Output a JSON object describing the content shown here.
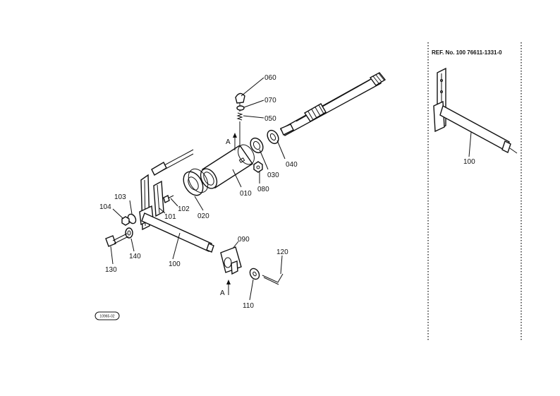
{
  "reference": {
    "text": "REF. No. 100 76611-1331-0"
  },
  "stamp": {
    "text": "10965-02"
  },
  "callouts": [
    {
      "id": "c060",
      "text": "060"
    },
    {
      "id": "c070",
      "text": "070"
    },
    {
      "id": "c050",
      "text": "050"
    },
    {
      "id": "c040",
      "text": "040"
    },
    {
      "id": "c030",
      "text": "030"
    },
    {
      "id": "c080",
      "text": "080"
    },
    {
      "id": "c010",
      "text": "010"
    },
    {
      "id": "c020",
      "text": "020"
    },
    {
      "id": "c102",
      "text": "102"
    },
    {
      "id": "c101",
      "text": "101"
    },
    {
      "id": "c103",
      "text": "103"
    },
    {
      "id": "c104",
      "text": "104"
    },
    {
      "id": "c140",
      "text": "140"
    },
    {
      "id": "c130",
      "text": "130"
    },
    {
      "id": "c100",
      "text": "100"
    },
    {
      "id": "c090",
      "text": "090"
    },
    {
      "id": "c120",
      "text": "120"
    },
    {
      "id": "c110",
      "text": "110"
    },
    {
      "id": "cA1",
      "text": "A"
    },
    {
      "id": "cA2",
      "text": "A"
    },
    {
      "id": "c100r",
      "text": "100"
    }
  ]
}
